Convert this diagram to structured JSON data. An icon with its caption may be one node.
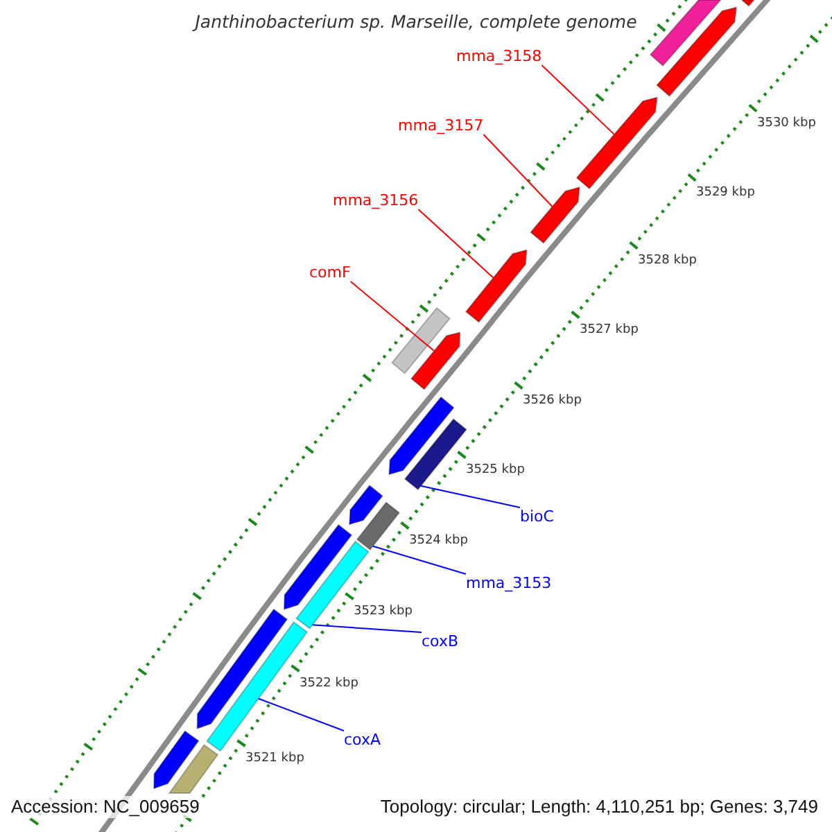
{
  "diagram": {
    "title": "Janthinobacterium sp. Marseille, complete genome",
    "nodes": [
      {
        "text": [
          "mma_3158"
        ]
      },
      {
        "text": [
          "mma_3157"
        ]
      },
      {
        "text": [
          "mma_3156"
        ]
      },
      {
        "text": [
          "comF"
        ]
      },
      {
        "text": [
          "bioC"
        ]
      },
      {
        "text": [
          "mma_3153"
        ]
      },
      {
        "text": [
          "coxB"
        ]
      },
      {
        "text": [
          "coxA"
        ]
      },
      {
        "text": [],
        "shape": "bar"
      },
      {
        "text": [],
        "shape": "arrow"
      },
      {
        "text": [],
        "shape": "arrow"
      },
      {
        "text": [],
        "shape": "arrow"
      },
      {
        "text": [],
        "shape": "arrow"
      },
      {
        "text": [],
        "shape": "arrow"
      },
      {
        "text": [],
        "shape": "bar"
      },
      {
        "text": [],
        "shape": "arrow"
      },
      {
        "text": [],
        "shape": "arrow"
      },
      {
        "text": [],
        "shape": "bar"
      },
      {
        "text": [],
        "shape": "arrow"
      },
      {
        "text": [],
        "shape": "bar"
      },
      {
        "text": [],
        "shape": "arrow"
      },
      {
        "text": [],
        "shape": "bar"
      },
      {
        "text": [],
        "shape": "arrow"
      },
      {
        "text": [],
        "shape": "bar"
      },
      {
        "text": [],
        "shape": "arrow"
      },
      {
        "text": [],
        "shape": "bar"
      }
    ],
    "edges": [
      {
        "from": 0,
        "to": 11,
        "arrow": "none",
        "color": "#ff0000"
      },
      {
        "from": 1,
        "to": 12,
        "arrow": "none",
        "color": "#ff0000"
      },
      {
        "from": 2,
        "to": 13,
        "arrow": "none",
        "color": "#ff0000"
      },
      {
        "from": 3,
        "to": 15,
        "arrow": "none",
        "color": "#ff0000"
      },
      {
        "from": 4,
        "to": 17,
        "arrow": "none",
        "color": "#0000ff"
      },
      {
        "from": 5,
        "to": 19,
        "arrow": "none",
        "color": "#0000ff"
      },
      {
        "from": 6,
        "to": 21,
        "arrow": "none",
        "color": "#0000ff"
      },
      {
        "from": 7,
        "to": 23,
        "arrow": "none",
        "color": "#0000ff"
      }
    ],
    "labels": [
      "3530 kbp",
      "3529 kbp",
      "3528 kbp",
      "3527 kbp",
      "3526 kbp",
      "3525 kbp",
      "3524 kbp",
      "3523 kbp",
      "3522 kbp",
      "3521 kbp",
      "Accession: NC_009659",
      "Topology: circular; Length: 4,110,251 bp; Genes: 3,749"
    ]
  }
}
